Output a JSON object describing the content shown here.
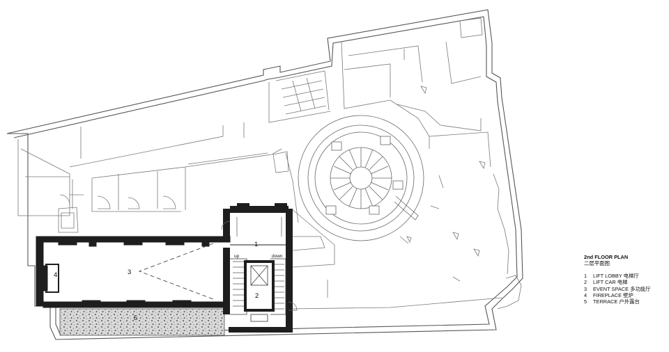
{
  "plan": {
    "room_labels": {
      "lift_lobby": "1",
      "lift_car": "2",
      "event_space": "3",
      "fireplace": "4",
      "terrace": "5"
    },
    "stair_labels": {
      "up": "up",
      "down": "down"
    }
  },
  "legend": {
    "title": "2nd FLOOR PLAN",
    "subtitle": "二层平面图",
    "items": [
      {
        "num": "1",
        "label": "LIFT LOBBY 电梯厅"
      },
      {
        "num": "2",
        "label": "LIFT CAR 电梯"
      },
      {
        "num": "3",
        "label": "EVENT SPACE 多功能厅"
      },
      {
        "num": "4",
        "label": "FIREPLACE 壁炉"
      },
      {
        "num": "5",
        "label": "TERRACE 户外露台"
      }
    ]
  }
}
